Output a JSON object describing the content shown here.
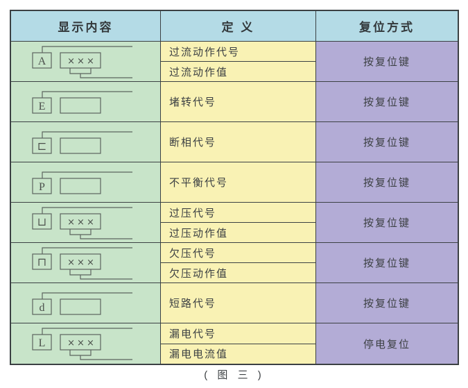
{
  "table": {
    "headers": {
      "display": "显示内容",
      "definition": "定 义",
      "reset": "复位方式"
    },
    "rows": [
      {
        "symbol": "A",
        "value": "×××",
        "definitions": [
          "过流动作代号",
          "过流动作值"
        ],
        "reset": "按复位键"
      },
      {
        "symbol": "E",
        "value": "",
        "definitions": [
          "堵转代号"
        ],
        "reset": "按复位键"
      },
      {
        "symbol": "⊏",
        "value": "",
        "definitions": [
          "断相代号"
        ],
        "reset": "按复位键"
      },
      {
        "symbol": "P",
        "value": "",
        "definitions": [
          "不平衡代号"
        ],
        "reset": "按复位键"
      },
      {
        "symbol": "⊔",
        "value": "×××",
        "definitions": [
          "过压代号",
          "过压动作值"
        ],
        "reset": "按复位键"
      },
      {
        "symbol": "⊓",
        "value": "×××",
        "definitions": [
          "欠压代号",
          "欠压动作值"
        ],
        "reset": "按复位键"
      },
      {
        "symbol": "d",
        "value": "",
        "definitions": [
          "短路代号"
        ],
        "reset": "按复位键"
      },
      {
        "symbol": "L",
        "value": "×××",
        "definitions": [
          "漏电代号",
          "漏电电流值"
        ],
        "reset": "停电复位"
      }
    ]
  },
  "caption": "( 图 三 )",
  "colors": {
    "header_bg": "#b4dbe6",
    "display_col_bg": "#c8e4c9",
    "definition_col_bg": "#f9f2b4",
    "reset_col_bg": "#b3acd6",
    "grid_line": "#3b4043",
    "diagram_line": "#5c645f",
    "text": "#3c4043"
  }
}
